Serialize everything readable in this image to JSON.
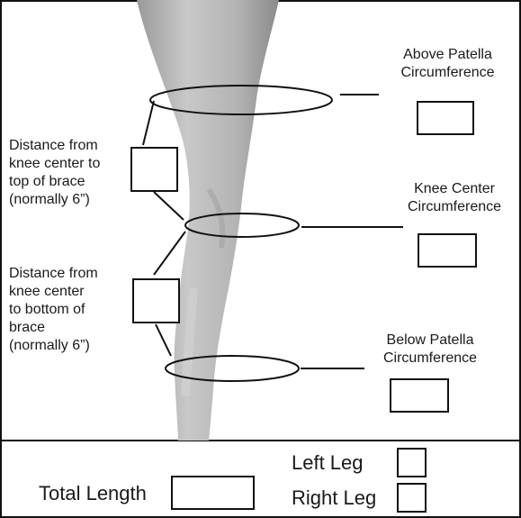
{
  "measurements": {
    "above_patella": "Above Patella\nCircumference",
    "knee_center": "Knee Center\nCircumference",
    "below_patella": "Below Patella\nCircumference",
    "dist_top": "Distance from\nknee center to\ntop of brace\n(normally 6”)",
    "dist_bottom": "Distance from\nknee center\nto bottom of\nbrace\n(normally 6”)"
  },
  "footer": {
    "total_length": "Total Length",
    "left_leg": "Left Leg",
    "right_leg": "Right Leg"
  }
}
